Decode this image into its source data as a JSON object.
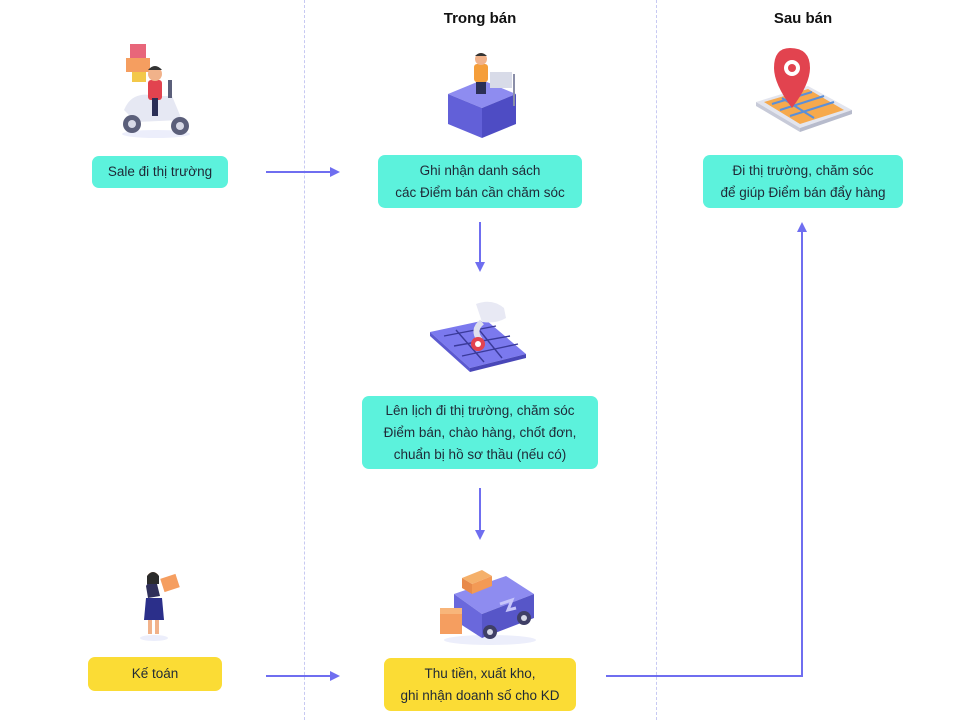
{
  "columns": {
    "col2_title": "Trong bán",
    "col3_title": "Sau bán"
  },
  "nodes": {
    "sale": {
      "lines": [
        "Sale đi thị trường"
      ],
      "color": "#5cf2dc"
    },
    "ghi_nhan": {
      "lines": [
        "Ghi nhận danh sách",
        "các Điểm bán cần chăm sóc"
      ],
      "color": "#5cf2dc"
    },
    "len_lich": {
      "lines": [
        "Lên lịch đi thị trường, chăm sóc",
        "Điểm bán, chào hàng, chốt đơn,",
        "chuẩn bị hồ sơ thầu (nếu có)"
      ],
      "color": "#5cf2dc"
    },
    "sau_ban": {
      "lines": [
        "Đi thị trường, chăm sóc",
        "để giúp Điểm bán đẩy hàng"
      ],
      "color": "#5cf2dc"
    },
    "ke_toan": {
      "lines": [
        "Kế toán"
      ],
      "color": "#fbdc35"
    },
    "thu_tien": {
      "lines": [
        "Thu tiền, xuất kho,",
        "ghi nhận doanh số cho KD"
      ],
      "color": "#fbdc35"
    }
  },
  "edges": [
    {
      "from": "sale",
      "to": "ghi_nhan"
    },
    {
      "from": "ghi_nhan",
      "to": "len_lich"
    },
    {
      "from": "len_lich",
      "to": "thu_tien"
    },
    {
      "from": "ke_toan",
      "to": "thu_tien"
    },
    {
      "from": "thu_tien",
      "to": "sau_ban"
    }
  ],
  "icons": {
    "sale": "delivery-scooter-icon",
    "ghi_nhan": "worker-at-desk-icon",
    "len_lich": "map-route-icon",
    "ke_toan": "accountant-woman-icon",
    "thu_tien": "delivery-truck-icon",
    "sau_ban": "location-pin-tablet-icon"
  },
  "colors": {
    "arrow": "#6f6ef0",
    "teal": "#5cf2dc",
    "yellow": "#fbdc35",
    "divider": "#c7c9f2"
  }
}
